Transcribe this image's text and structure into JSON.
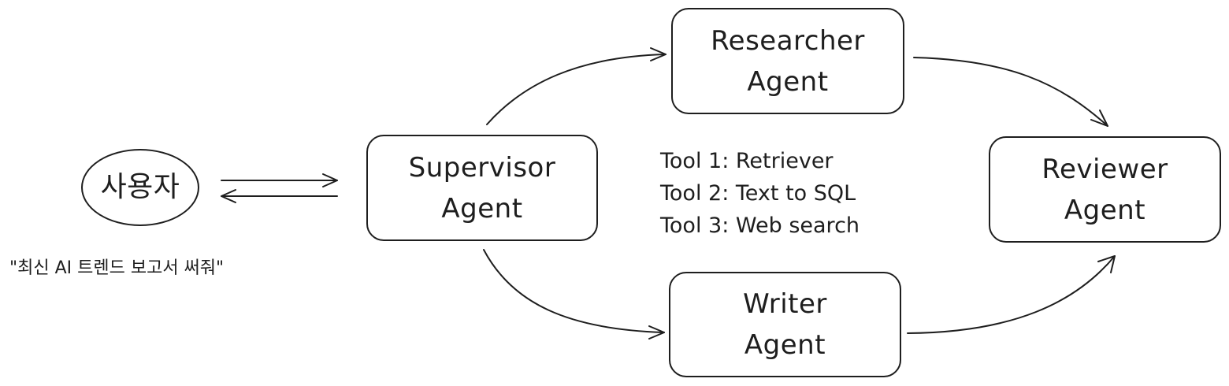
{
  "user": {
    "label": "사용자",
    "caption": "\"최신 AI 트렌드 보고서 써줘\""
  },
  "supervisor": {
    "label": "Supervisor\nAgent"
  },
  "researcher": {
    "label": "Researcher\nAgent"
  },
  "writer": {
    "label": "Writer\nAgent"
  },
  "reviewer": {
    "label": "Reviewer\nAgent"
  },
  "tools": [
    "Tool 1: Retriever",
    "Tool 2: Text to SQL",
    "Tool 3: Web search"
  ]
}
